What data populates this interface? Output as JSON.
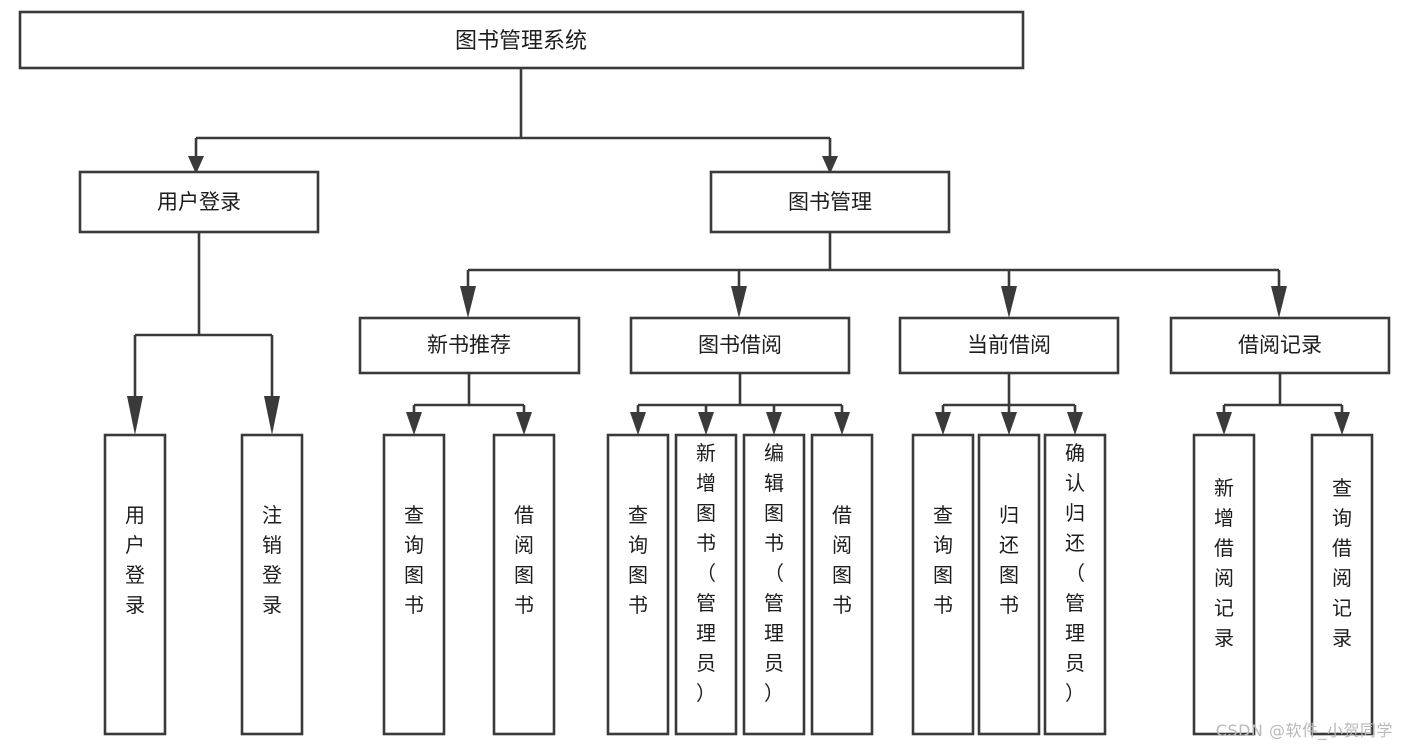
{
  "diagram": {
    "type": "tree",
    "title": "图书管理系统",
    "watermark": "CSDN @软件_小贺同学",
    "colors": {
      "stroke": "#3a3a3a",
      "fill": "#ffffff",
      "text": "#1d1d1d",
      "watermark": "#b9b9b9"
    },
    "levels": {
      "root": [
        "图书管理系统"
      ],
      "level2": [
        "用户登录",
        "图书管理"
      ],
      "level3": [
        "新书推荐",
        "图书借阅",
        "当前借阅",
        "借阅记录"
      ]
    },
    "nodes": {
      "root": {
        "label": "图书管理系统",
        "orientation": "horizontal"
      },
      "user_login": {
        "label": "用户登录",
        "orientation": "horizontal"
      },
      "book_manage": {
        "label": "图书管理",
        "orientation": "horizontal"
      },
      "new_book_rec": {
        "label": "新书推荐",
        "orientation": "horizontal"
      },
      "book_borrow": {
        "label": "图书借阅",
        "orientation": "horizontal"
      },
      "current_borrow": {
        "label": "当前借阅",
        "orientation": "horizontal"
      },
      "borrow_record": {
        "label": "借阅记录",
        "orientation": "horizontal"
      },
      "leaf_user_login": {
        "label": "用户登录",
        "orientation": "vertical"
      },
      "leaf_logout": {
        "label": "注销登录",
        "orientation": "vertical"
      },
      "leaf_query_book_rec": {
        "label": "查询图书",
        "orientation": "vertical"
      },
      "leaf_borrow_book_rec": {
        "label": "借阅图书",
        "orientation": "vertical"
      },
      "leaf_query_book_borrow": {
        "label": "查询图书",
        "orientation": "vertical"
      },
      "leaf_add_book": {
        "label": "新增图书（管理员）",
        "orientation": "vertical"
      },
      "leaf_edit_book": {
        "label": "编辑图书（管理员）",
        "orientation": "vertical"
      },
      "leaf_borrow_book": {
        "label": "借阅图书",
        "orientation": "vertical"
      },
      "leaf_query_book_cur": {
        "label": "查询图书",
        "orientation": "vertical"
      },
      "leaf_return_book": {
        "label": "归还图书",
        "orientation": "vertical"
      },
      "leaf_confirm_return": {
        "label": "确认归还（管理员）",
        "orientation": "vertical"
      },
      "leaf_add_record": {
        "label": "新增借阅记录",
        "orientation": "vertical"
      },
      "leaf_query_record": {
        "label": "查询借阅记录",
        "orientation": "vertical"
      }
    },
    "edges": [
      {
        "from": "root",
        "to": "user_login"
      },
      {
        "from": "root",
        "to": "book_manage"
      },
      {
        "from": "user_login",
        "to": "leaf_user_login"
      },
      {
        "from": "user_login",
        "to": "leaf_logout"
      },
      {
        "from": "book_manage",
        "to": "new_book_rec"
      },
      {
        "from": "book_manage",
        "to": "book_borrow"
      },
      {
        "from": "book_manage",
        "to": "current_borrow"
      },
      {
        "from": "book_manage",
        "to": "borrow_record"
      },
      {
        "from": "new_book_rec",
        "to": "leaf_query_book_rec"
      },
      {
        "from": "new_book_rec",
        "to": "leaf_borrow_book_rec"
      },
      {
        "from": "book_borrow",
        "to": "leaf_query_book_borrow"
      },
      {
        "from": "book_borrow",
        "to": "leaf_add_book"
      },
      {
        "from": "book_borrow",
        "to": "leaf_edit_book"
      },
      {
        "from": "book_borrow",
        "to": "leaf_borrow_book"
      },
      {
        "from": "current_borrow",
        "to": "leaf_query_book_cur"
      },
      {
        "from": "current_borrow",
        "to": "leaf_return_book"
      },
      {
        "from": "current_borrow",
        "to": "leaf_confirm_return"
      },
      {
        "from": "borrow_record",
        "to": "leaf_add_record"
      },
      {
        "from": "borrow_record",
        "to": "leaf_query_record"
      }
    ]
  }
}
